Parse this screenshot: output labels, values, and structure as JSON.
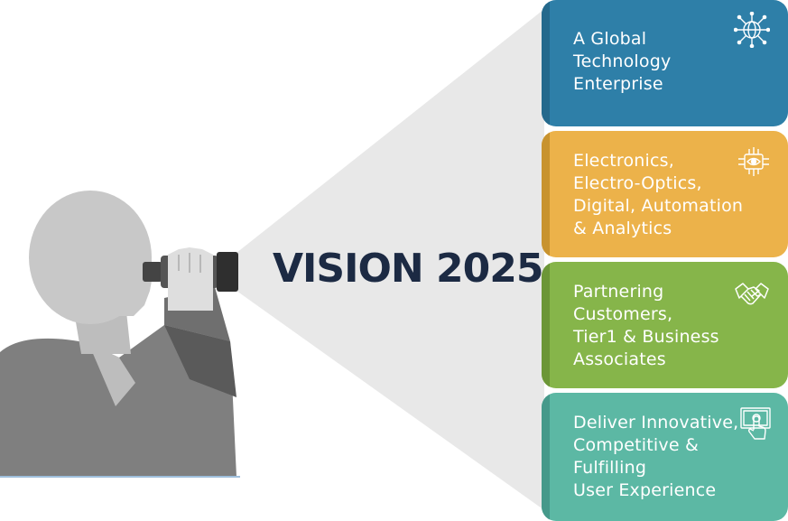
{
  "title": "VISION 2025",
  "colors": {
    "beam": "#e8e8e8",
    "title": "#1c2a43",
    "figure_head": "#c8c8c8",
    "figure_body": "#7f7f7f",
    "figure_shadow": "#5a5a5a"
  },
  "cards": [
    {
      "lines": [
        "A Global",
        "Technology",
        "Enterprise"
      ],
      "icon": "globe-network-icon",
      "color": "#2e7fa8",
      "lip": "#25698c"
    },
    {
      "lines": [
        "Electronics,",
        "Electro-Optics,",
        "Digital, Automation",
        "& Analytics"
      ],
      "icon": "chip-eye-icon",
      "color": "#ecb24a",
      "lip": "#c8932f"
    },
    {
      "lines": [
        "Partnering",
        "Customers,",
        "Tier1 & Business",
        "Associates"
      ],
      "icon": "handshake-icon",
      "color": "#86b54a",
      "lip": "#6c9637"
    },
    {
      "lines": [
        "Deliver Innovative,",
        "Competitive &",
        "Fulfilling",
        "User Experience"
      ],
      "icon": "touch-screen-icon",
      "color": "#5cb8a4",
      "lip": "#46998a"
    }
  ]
}
